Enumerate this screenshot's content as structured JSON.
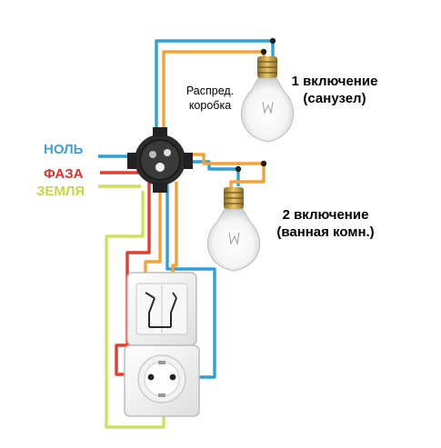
{
  "labels": {
    "null_wire": "НОЛЬ",
    "phase_wire": "ФАЗА",
    "earth_wire": "ЗЕМЛЯ",
    "junction_box_line1": "Распред.",
    "junction_box_line2": "коробка",
    "bulb1_line1": "1 включение",
    "bulb1_line2": "(санузел)",
    "bulb2_line1": "2 включение",
    "bulb2_line2": "(ванная комн.)"
  },
  "colors": {
    "null": "#2f9fd8",
    "phase": "#e53c2e",
    "earth": "#cfe05a",
    "switched": "#f3a23a",
    "null_label": "#3aa2d8",
    "phase_label": "#e0302a",
    "earth_label": "#c8d83c"
  }
}
